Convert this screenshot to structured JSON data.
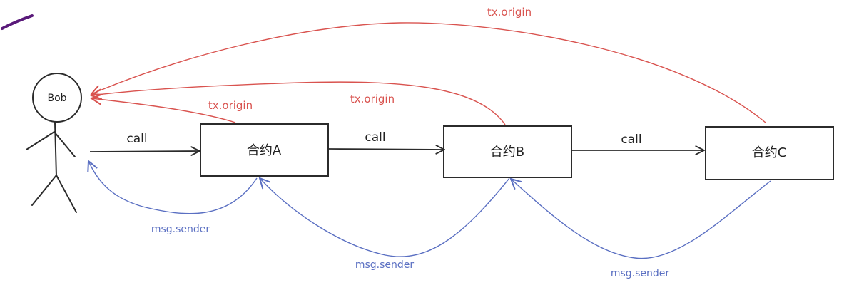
{
  "actor": {
    "name": "Bob"
  },
  "contracts": [
    {
      "id": "A",
      "label": "合约A"
    },
    {
      "id": "B",
      "label": "合约B"
    },
    {
      "id": "C",
      "label": "合约C"
    }
  ],
  "call_labels": [
    "call",
    "call",
    "call"
  ],
  "tx_origin_labels": [
    "tx.origin",
    "tx.origin",
    "tx.origin"
  ],
  "msg_sender_labels": [
    "msg.sender",
    "msg.sender",
    "msg.sender"
  ],
  "colors": {
    "ink": "#2b2b2b",
    "tx_origin": "#d9534f",
    "msg_sender": "#5a6fc2",
    "mark": "#5a1a7a"
  }
}
